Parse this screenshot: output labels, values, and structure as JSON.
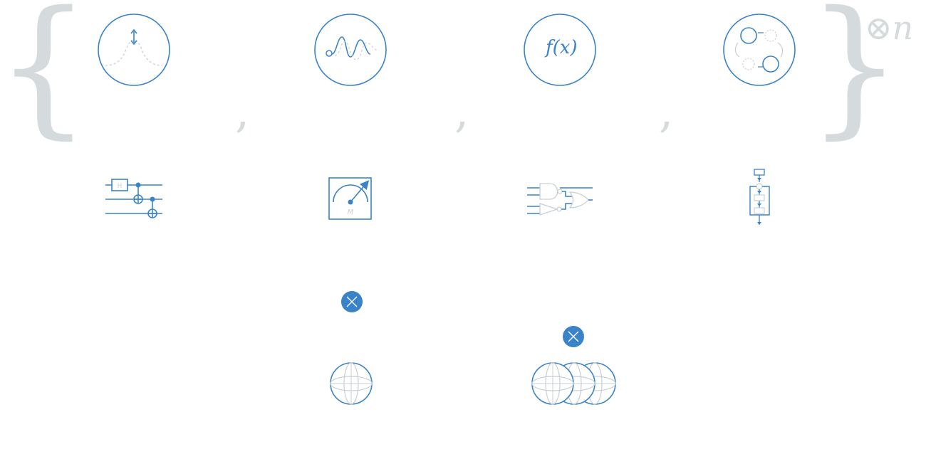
{
  "colors": {
    "accent": "#3a83c9",
    "faint": "#d5dbdd"
  },
  "decor": {
    "brace_left": "{",
    "brace_right": "}",
    "tensor_symbol": "⊗",
    "tensor_power": "n",
    "separator": ","
  },
  "icons": {
    "fx_label": "f(x)",
    "gate_label": "H",
    "meter_label": "M"
  }
}
